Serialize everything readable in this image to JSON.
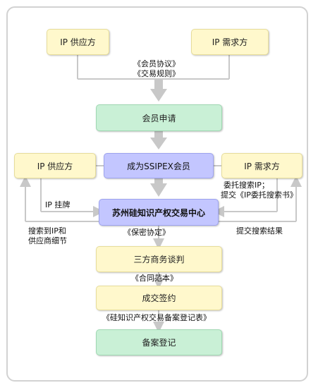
{
  "nodes": {
    "ip_supplier_top": "IP 供应方",
    "ip_demander_top": "IP 需求方",
    "member_apply": "会员申请",
    "ip_supplier_mid": "IP 供应方",
    "become_member": "成为SSIPEX会员",
    "ip_demander_mid": "IP 需求方",
    "center": "苏州硅知识产权交易中心",
    "negotiation": "三方商务谈判",
    "signing": "成交签约",
    "registration": "备案登记"
  },
  "labels": {
    "member_agreement": "《会员协议》",
    "trading_rules": "《交易规则》",
    "ip_listing": "IP 挂牌",
    "search_result_l1": "搜索到IP和",
    "search_result_l2": "供应商细节",
    "delegate_l1": "委托搜索IP；",
    "delegate_l2": "提交《IP委托搜索书》",
    "submit_search_result": "提交搜索结果",
    "confidentiality": "《保密协定》",
    "contract_template": "《合同范本》",
    "registration_form": "《硅知识产权交易备案登记表》"
  },
  "colors": {
    "yellow": "#fff8cc",
    "green": "#c9f0d6",
    "blue": "#c3c6ff",
    "arrow": "#c8c8c8"
  }
}
